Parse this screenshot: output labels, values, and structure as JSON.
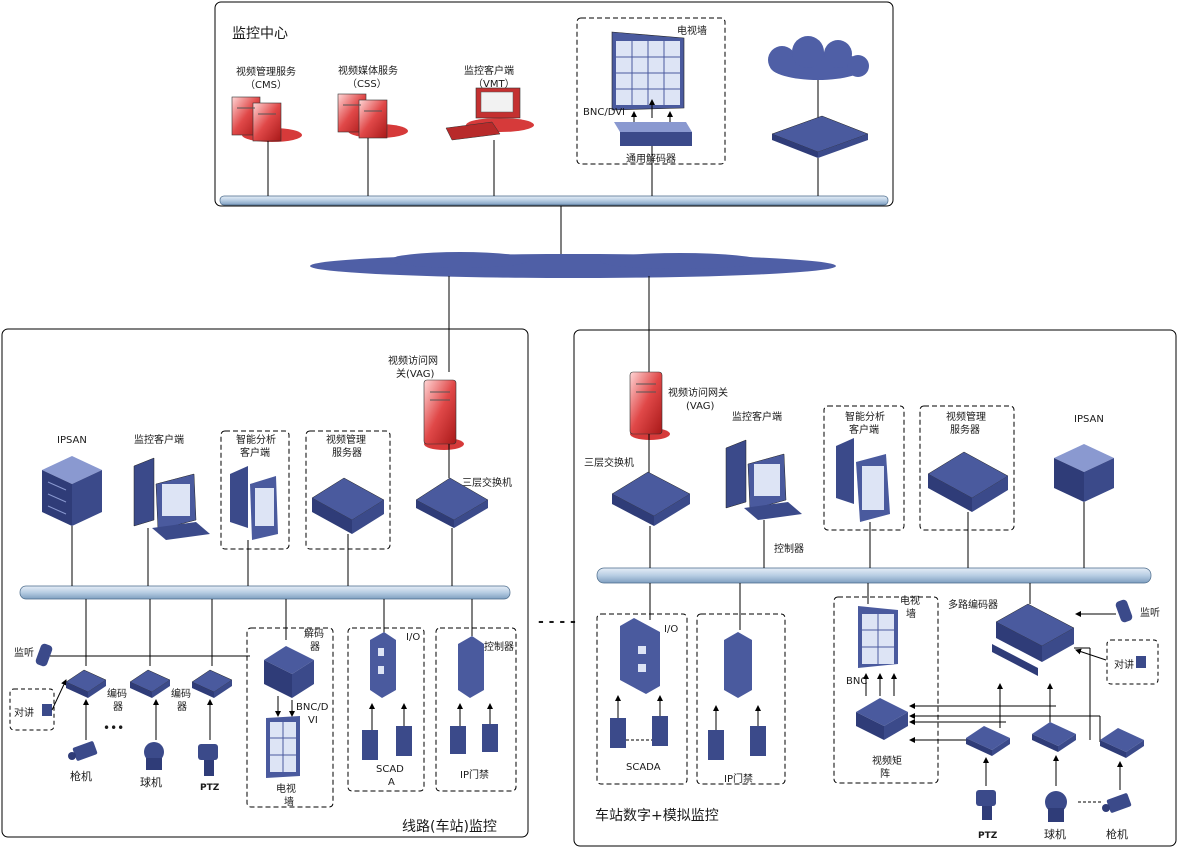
{
  "colors": {
    "device": "#4a5a9e",
    "device_dark": "#2f3c78",
    "device_light": "#8a99d0",
    "server_red": "#d63a3a",
    "bus_fill": "#bcd3e8",
    "cloud": "#4f5fa6",
    "line": "#000000"
  },
  "center": {
    "title": "监控中心",
    "cms_label": "视频管理服务",
    "cms_sub": "（CMS）",
    "css_label": "视频媒体服务",
    "css_sub": "（CSS）",
    "vmt_label": "监控客户端",
    "vmt_sub": "（VMT）",
    "tvwall": "电视墙",
    "bnc": "BNC/DVI",
    "decoder": "通用解码器"
  },
  "left": {
    "title": "线路(车站)监控",
    "vag_1": "视频访问网",
    "vag_2": "关(VAG)",
    "switch": "三层交换机",
    "ipsan": "IPSAN",
    "client": "监控客户端",
    "smart_1": "智能分析",
    "smart_2": "客户端",
    "vms_1": "视频管理",
    "vms_2": "服务器",
    "listen": "监听",
    "talk": "对讲",
    "enc_1": "编码",
    "enc_2": "器",
    "enc2_1": "编码",
    "enc2_2": "器",
    "gun": "枪机",
    "dome": "球机",
    "ptz": "PTZ",
    "dec_1": "解码",
    "dec_2": "器",
    "bnc_1": "BNC/D",
    "bnc_2": "VI",
    "tv_1": "电视",
    "tv_2": "墙",
    "io": "I/O",
    "scada_1": "SCAD",
    "scada_2": "A",
    "ctrl": "控制器",
    "ipdoor": "IP门禁",
    "dots": "•••"
  },
  "middle_dots": "- - - -",
  "right": {
    "title": "车站数字+模拟监控",
    "vag_1": "视频访问网关",
    "vag_2": "(VAG)",
    "switch": "三层交换机",
    "client": "监控客户端",
    "smart_1": "智能分析",
    "smart_2": "客户端",
    "vms_1": "视频管理",
    "vms_2": "服务器",
    "ipsan": "IPSAN",
    "ctrl": "控制器",
    "io": "I/O",
    "scada": "SCADA",
    "ipdoor": "IP门禁",
    "tv_1": "电视",
    "tv_2": "墙",
    "bnc": "BNC",
    "matrix_1": "视频矩",
    "matrix_2": "阵",
    "multi_enc": "多路编码器",
    "listen": "监听",
    "talk": "对讲",
    "ptz": "PTZ",
    "dome": "球机",
    "gun": "枪机"
  }
}
